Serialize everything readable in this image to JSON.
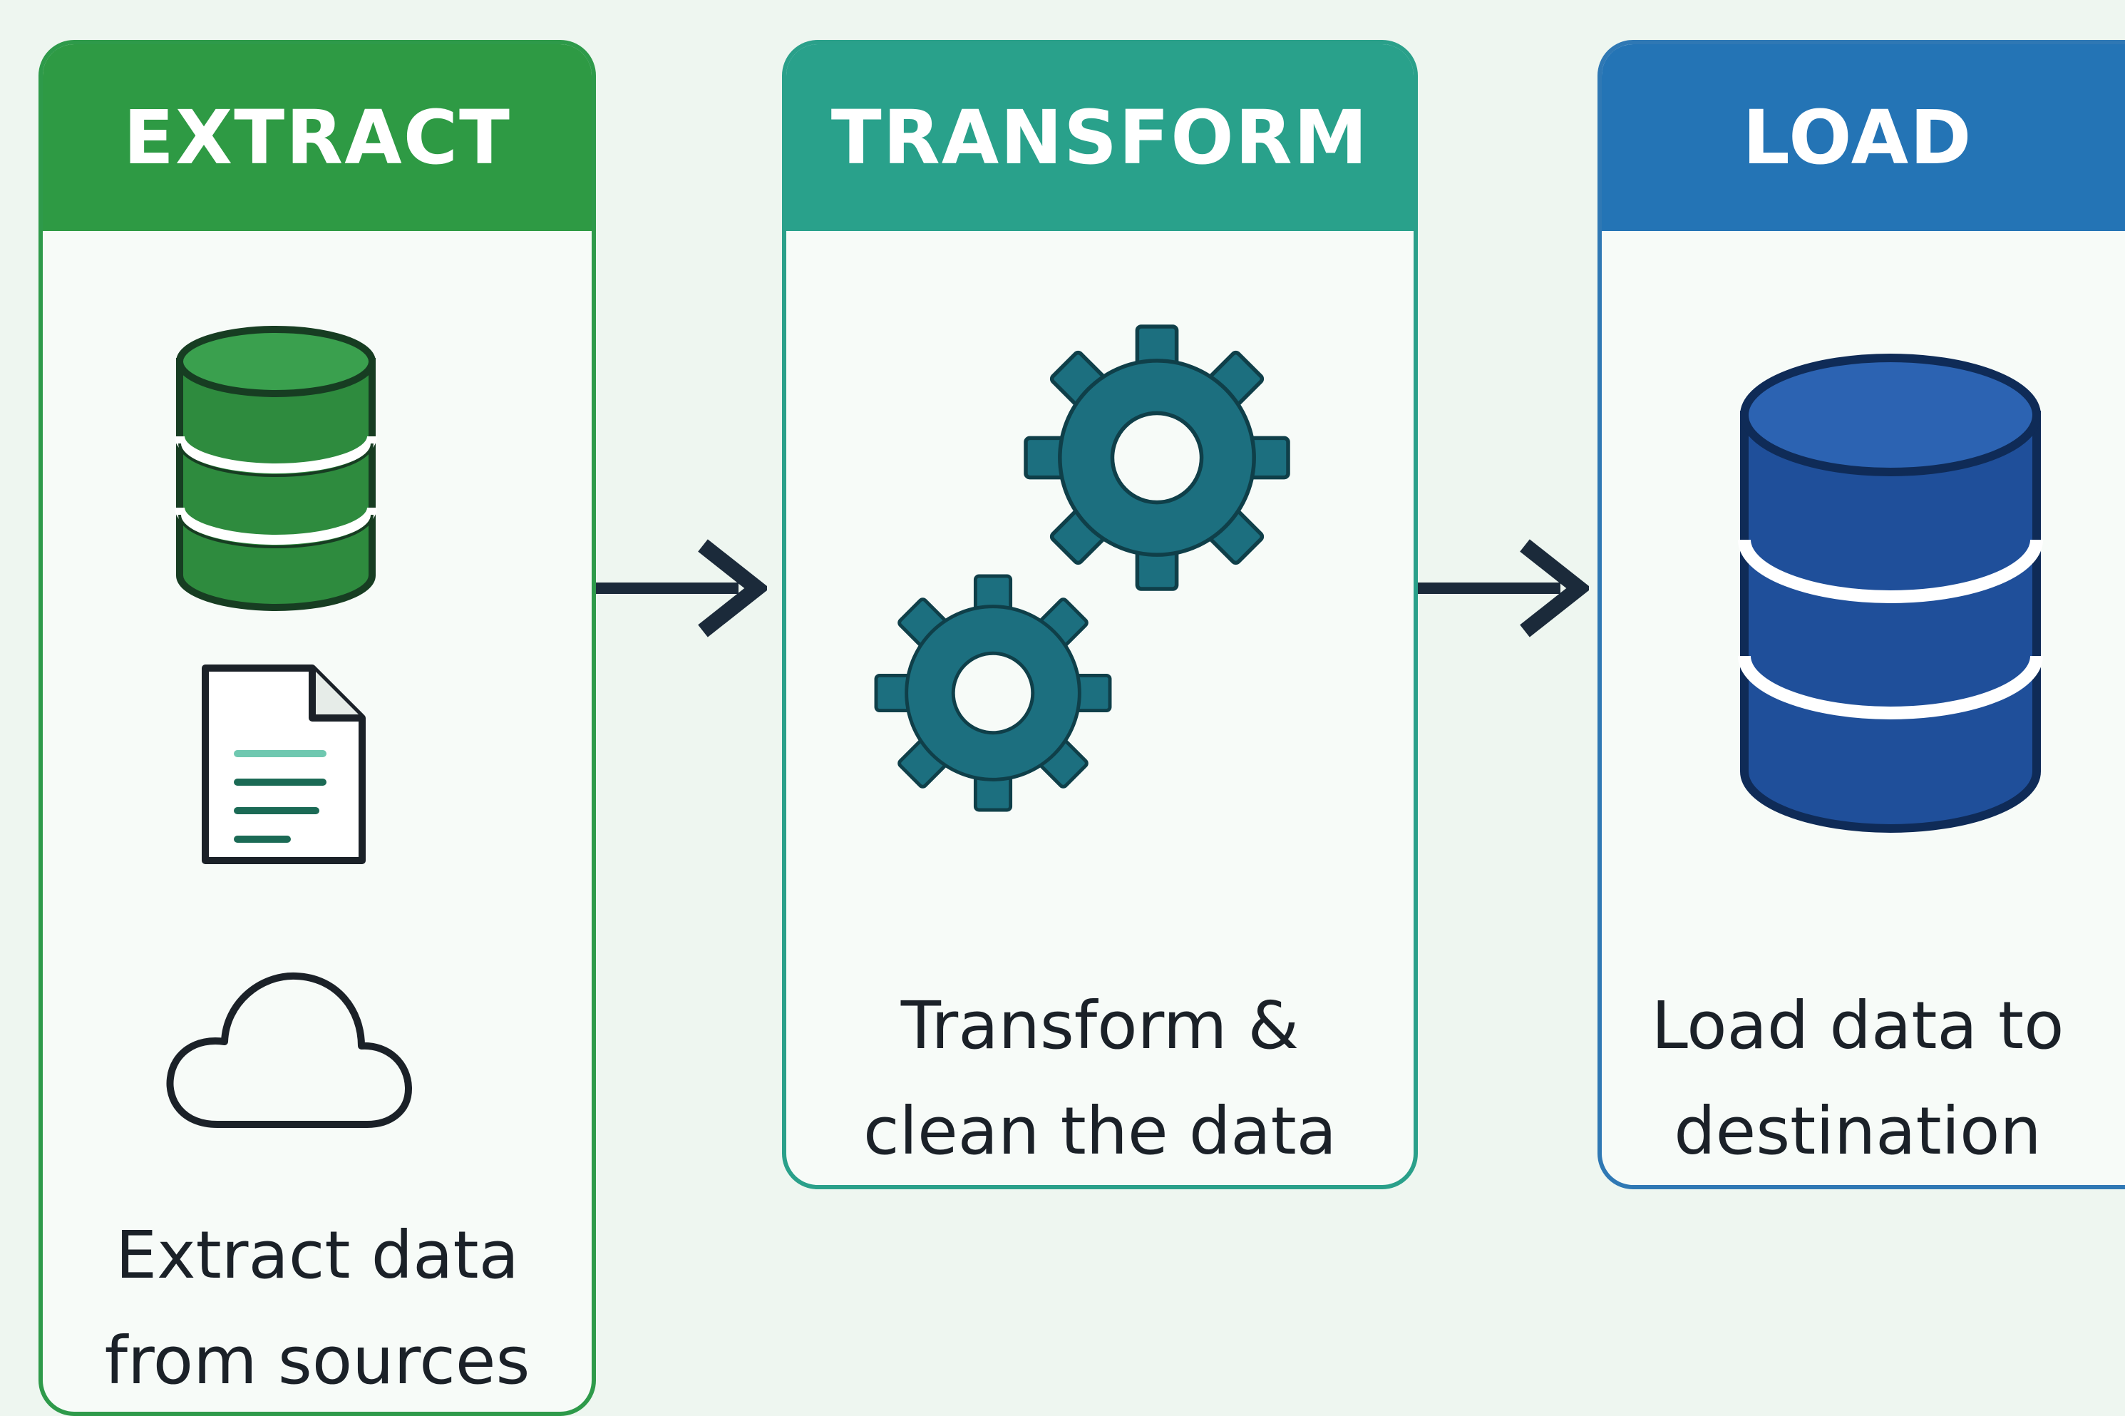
{
  "stages": {
    "extract": {
      "title": "EXTRACT",
      "desc_line1": "Extract data",
      "desc_line2": "from sources",
      "color": "#2e9a44",
      "icons": [
        "database-icon",
        "document-icon",
        "cloud-icon"
      ]
    },
    "transform": {
      "title": "TRANSFORM",
      "desc_line1": "Transform &",
      "desc_line2": "clean the data",
      "color": "#29a18b",
      "icons": [
        "gears-icon"
      ]
    },
    "load": {
      "title": "LOAD",
      "desc_line1": "Load data to",
      "desc_line2": "destination",
      "color": "#2474b5",
      "icons": [
        "database-icon"
      ]
    }
  },
  "connectors": [
    "arrow-right-icon",
    "arrow-right-icon"
  ],
  "colors": {
    "background": "#eef6f0",
    "arrow": "#1b2a3a",
    "gear": "#1c6f7f",
    "database_green": "#2e8b3e",
    "database_blue": "#1f4f9a"
  }
}
